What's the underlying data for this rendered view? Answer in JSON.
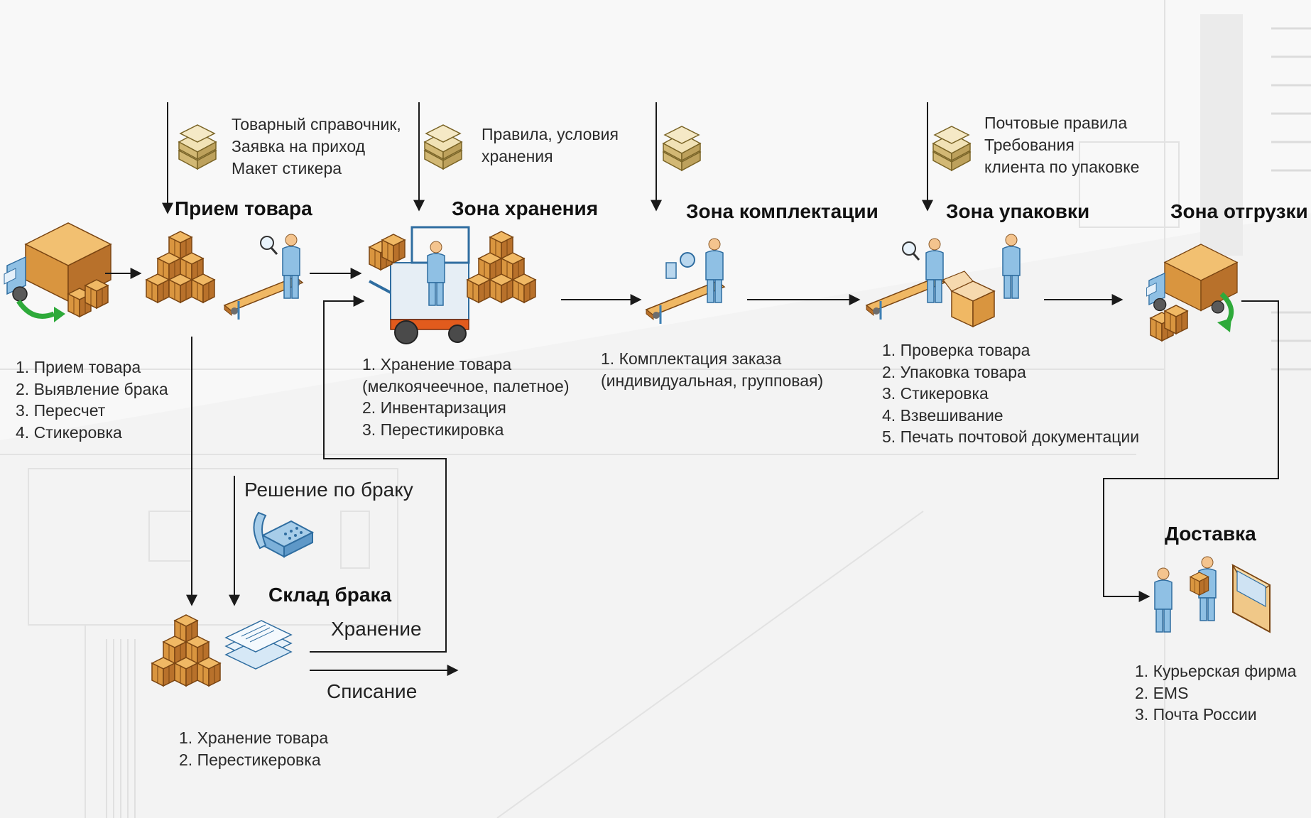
{
  "zones": [
    {
      "id": "reception",
      "title": "Прием товара",
      "inputs": [
        "Товарный справочник,",
        "Заявка на приход",
        "Макет стикера"
      ],
      "tasks": [
        "1. Прием товара",
        "2. Выявление брака",
        "3. Пересчет",
        "4. Стикеровка"
      ]
    },
    {
      "id": "storage",
      "title": "Зона хранения",
      "inputs": [
        "Правила, условия",
        "хранения"
      ],
      "tasks": [
        "1. Хранение товара",
        "(мелкоячеечное, палетное)",
        "2. Инвентаризация",
        "3. Перестикировка"
      ]
    },
    {
      "id": "picking",
      "title": "Зона комплектации",
      "inputs": [],
      "tasks": [
        "1. Комплектация заказа",
        "(индивидуальная, групповая)"
      ]
    },
    {
      "id": "packing",
      "title": "Зона упаковки",
      "inputs": [
        "Почтовые правила",
        "Требования",
        "клиента по упаковке"
      ],
      "tasks": [
        "1. Проверка товара",
        "2. Упаковка товара",
        "3. Стикеровка",
        "4. Взвешивание",
        "5. Печать почтовой документации"
      ]
    },
    {
      "id": "shipping",
      "title": "Зона отгрузки",
      "inputs": [],
      "tasks": []
    },
    {
      "id": "delivery",
      "title": "Доставка",
      "inputs": [],
      "tasks": [
        "1. Курьерская фирма",
        "2. EMS",
        "3. Почта России"
      ]
    },
    {
      "id": "defects",
      "title": "Склад брака",
      "inputs": [
        "Решение по браку"
      ],
      "tasks": [
        "1. Хранение товара",
        "2. Перестикеровка"
      ]
    }
  ],
  "flow_labels": {
    "storage_return": "Хранение",
    "write_off": "Списание"
  },
  "icons": {
    "truck_in": "delivery-truck-unloading-icon",
    "boxes": "stacked-boxes-icon",
    "documents": "document-stack-icon",
    "inspector": "inspector-conveyor-icon",
    "forklift": "forklift-icon",
    "picker": "picker-conveyor-icon",
    "packer": "packer-conveyor-icon",
    "truck_out": "delivery-truck-loading-icon",
    "phone": "telephone-icon",
    "papers": "paper-sheets-icon",
    "courier": "courier-icon",
    "envelope": "envelope-icon"
  },
  "colors": {
    "box": "#d9953f",
    "box_dark": "#a8641f",
    "person": "#8fc0e4",
    "person_dark": "#3d7fb4",
    "arrow_green": "#2eaa3a",
    "line": "#1a1a1a"
  }
}
